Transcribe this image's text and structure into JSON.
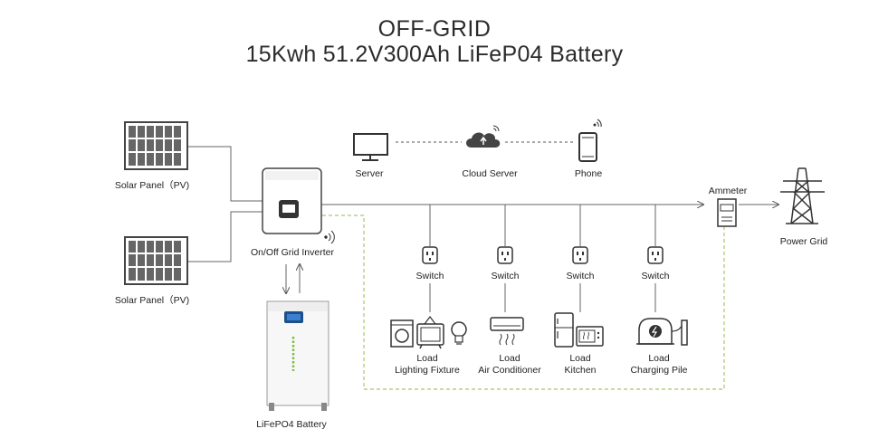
{
  "header": {
    "title": "OFF-GRID",
    "subtitle": "15Kwh 51.2V300Ah LiFeP04 Battery"
  },
  "nodes": {
    "solar_panel_top": "Solar Panel（PV)",
    "solar_panel_bottom": "Solar Panel（PV)",
    "inverter": "On/Off Grid Inverter",
    "battery": "LiFePO4 Battery",
    "server": "Server",
    "cloud_server": "Cloud Server",
    "phone": "Phone",
    "ammeter": "Ammeter",
    "power_grid": "Power Grid"
  },
  "switches": [
    "Switch",
    "Switch",
    "Switch",
    "Switch"
  ],
  "loads": [
    {
      "line1": "Load",
      "line2": "Lighting Fixture"
    },
    {
      "line1": "Load",
      "line2": "Air Conditioner"
    },
    {
      "line1": "Load",
      "line2": "Kitchen"
    },
    {
      "line1": "Load",
      "line2": "Charging Pile"
    }
  ],
  "colors": {
    "line": "#555555",
    "dashed_green": "#a8c86a",
    "battery_led": "#7bbf3a",
    "inverter_screen": "#1d4f8a"
  }
}
